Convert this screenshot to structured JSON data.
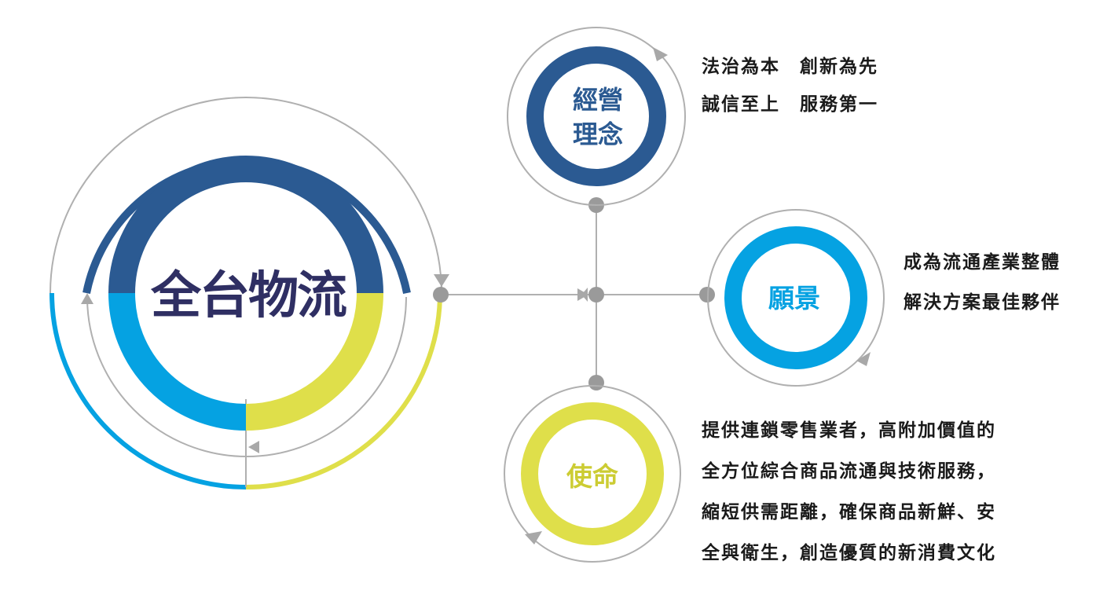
{
  "center": {
    "label": "全台物流"
  },
  "philosophy": {
    "title_lines": [
      "經營",
      "理念"
    ],
    "lines": [
      "法治為本　創新為先",
      "誠信至上　服務第一"
    ]
  },
  "vision": {
    "title": "願景",
    "lines": [
      "成為流通產業整體",
      "解決方案最佳夥伴"
    ]
  },
  "mission": {
    "title": "使命",
    "lines": [
      "提供連鎖零售業者，高附加價值的",
      "全方位綜合商品流通與技術服務，",
      "縮短供需距離，確保商品新鮮、安",
      "全與衛生，創造優質的新消費文化"
    ]
  },
  "colors": {
    "dark_blue": "#2b5a92",
    "light_blue": "#05a2e2",
    "yellow_green": "#dfdf4a",
    "gray": "#a8a8a8",
    "node_gray": "#9a9a9a",
    "text_dark": "#1a1a1a",
    "brand_text": "#2f2f63"
  }
}
